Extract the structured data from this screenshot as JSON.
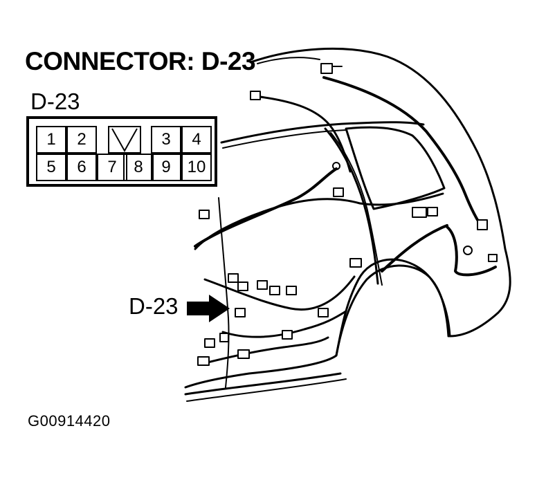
{
  "title": "CONNECTOR: D-23",
  "connector_face": {
    "label": "D-23",
    "top_row": [
      "1",
      "2",
      "3",
      "4"
    ],
    "bottom_row": [
      "5",
      "6",
      "7",
      "8",
      "9",
      "10"
    ]
  },
  "callout_label": "D-23",
  "figure_id": "G00914420"
}
